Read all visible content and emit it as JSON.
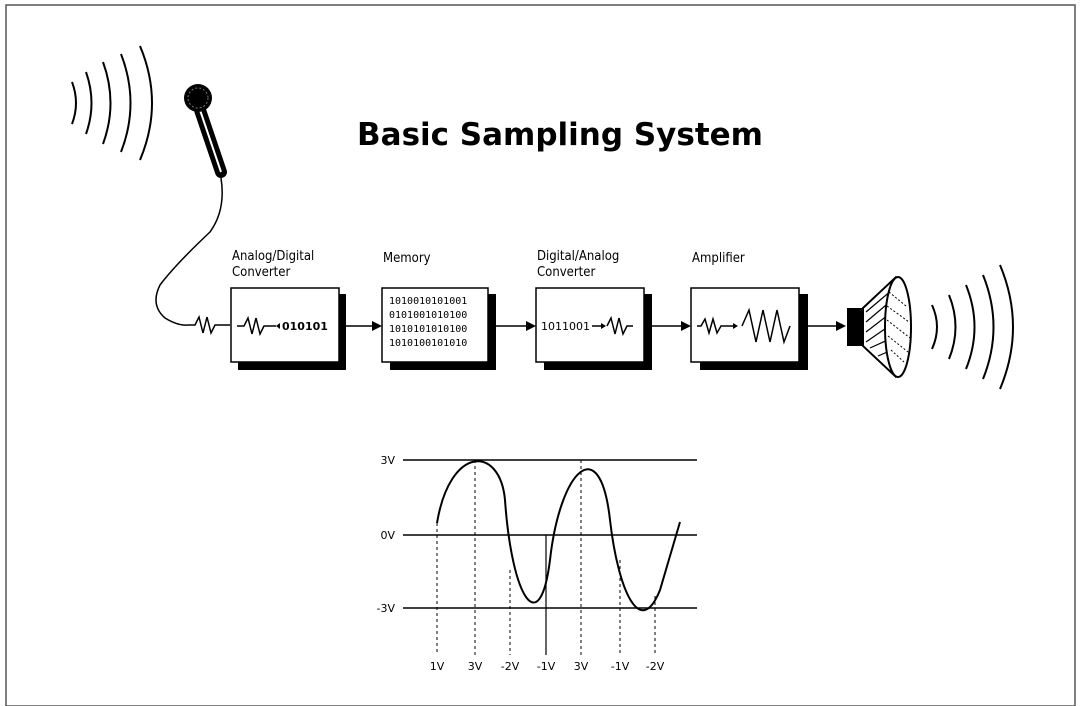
{
  "title": "Basic Sampling System",
  "blocks": [
    {
      "name": "adc",
      "label_line1": "Analog/Digital",
      "label_line2": "Converter",
      "content": "010101"
    },
    {
      "name": "memory",
      "label_line1": "Memory",
      "label_line2": "",
      "bits": [
        "1010010101001",
        "0101001010100",
        "1010101010100",
        "1010100101010"
      ]
    },
    {
      "name": "dac",
      "label_line1": "Digital/Analog",
      "label_line2": "Converter",
      "content": "1011001"
    },
    {
      "name": "amplifier",
      "label_line1": "Amplifier",
      "label_line2": ""
    }
  ],
  "waveform": {
    "y_labels": [
      "3V",
      "0V",
      "-3V"
    ],
    "sample_labels": [
      "1V",
      "3V",
      "-2V",
      "-1V",
      "3V",
      "-1V",
      "-2V"
    ]
  },
  "colors": {
    "ink": "#000000",
    "paper": "#ffffff",
    "frame": "#555555"
  },
  "icons": [
    "sound-waves-icon",
    "microphone-icon",
    "speaker-icon"
  ]
}
